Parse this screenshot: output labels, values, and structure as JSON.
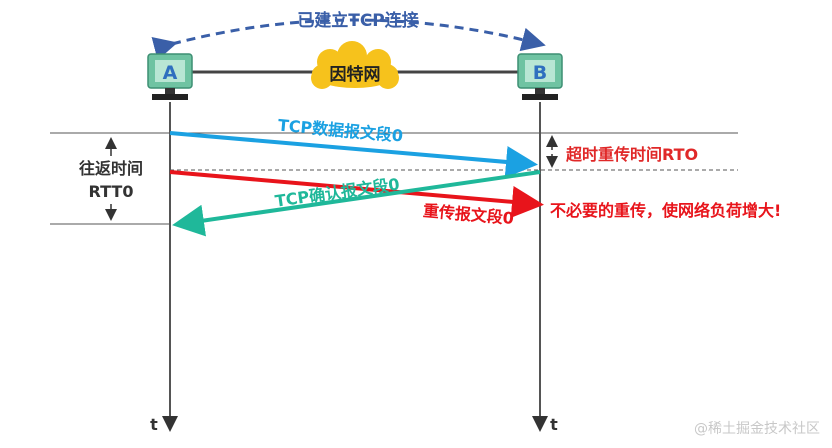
{
  "connection_label": "已建立TCP连接",
  "internet_label": "因特网",
  "host_a": "A",
  "host_b": "B",
  "rtt_label_line1": "往返时间",
  "rtt_label_line2": "RTT0",
  "rto_label": "超时重传时间RTO",
  "seg_data_label": "TCP数据报文段0",
  "seg_ack_label": "TCP确认报文段0",
  "seg_retx_label": "重传报文段0",
  "note_label": "不必要的重传，使网络负荷增大!",
  "time_axis_label_a": "t",
  "time_axis_label_b": "t",
  "watermark": "@稀土掘金技术社区",
  "colors": {
    "dashed_arc": "#3a5fa8",
    "monitor": "#6fc3a2",
    "host_letter": "#2f6fbf",
    "cloud": "#f6c21c",
    "data_segment": "#1ba1e2",
    "ack_segment": "#1fb89a",
    "retransmission": "#e8141b",
    "rto_text": "#e02828",
    "note_text": "#e8141b",
    "timeline": "#555555",
    "dark_text": "#333333"
  }
}
